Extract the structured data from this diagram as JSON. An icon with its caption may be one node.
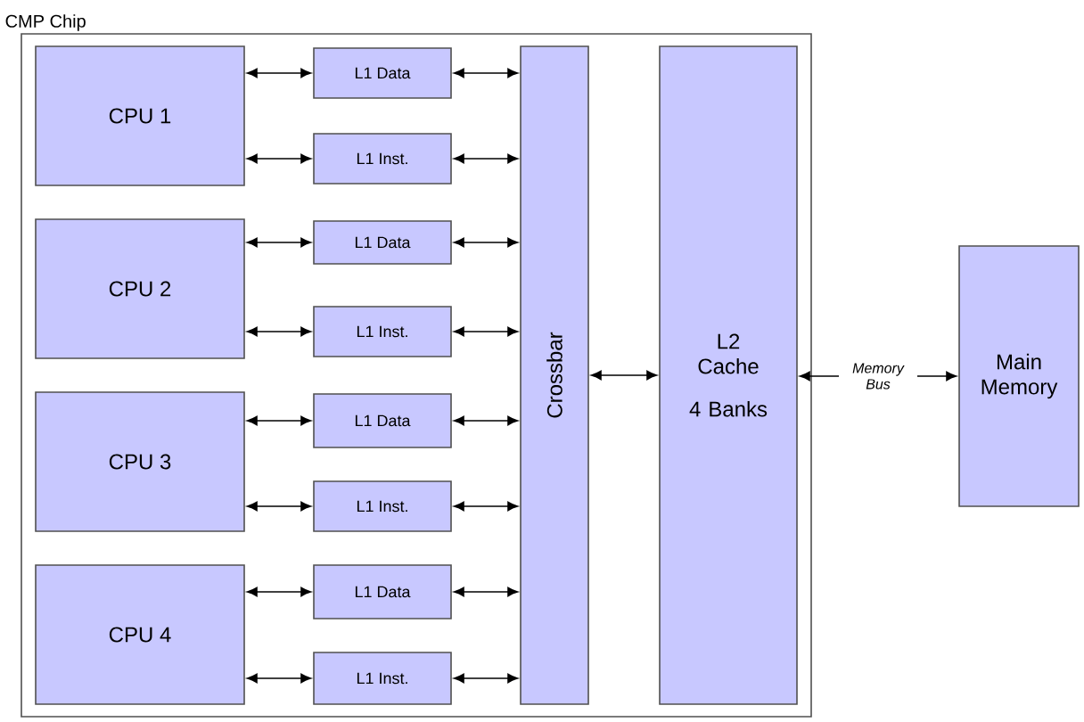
{
  "diagram": {
    "nodes": [
      {
        "text": [
          "CMP Chip"
        ]
      },
      {
        "text": [
          "CPU 1"
        ],
        "in": 0
      },
      {
        "text": [
          "L1 Data"
        ],
        "in": 0
      },
      {
        "text": [
          "L1 Inst."
        ],
        "in": 0
      },
      {
        "text": [
          "CPU 2"
        ],
        "in": 0
      },
      {
        "text": [
          "L1 Data"
        ],
        "in": 0
      },
      {
        "text": [
          "L1 Inst."
        ],
        "in": 0
      },
      {
        "text": [
          "CPU 3"
        ],
        "in": 0
      },
      {
        "text": [
          "L1 Data"
        ],
        "in": 0
      },
      {
        "text": [
          "L1 Inst."
        ],
        "in": 0
      },
      {
        "text": [
          "CPU 4"
        ],
        "in": 0
      },
      {
        "text": [
          "L1 Data"
        ],
        "in": 0
      },
      {
        "text": [
          "L1 Inst."
        ],
        "in": 0
      },
      {
        "text": [
          "Crossbar"
        ],
        "in": 0
      },
      {
        "text": [
          "L2 Cache",
          "4 Banks"
        ],
        "in": 0
      },
      {
        "text": [
          "Main Memory"
        ]
      }
    ],
    "edges": [
      {
        "from": 1,
        "to": 2,
        "arrow": "both"
      },
      {
        "from": 1,
        "to": 3,
        "arrow": "both"
      },
      {
        "from": 2,
        "to": 13,
        "arrow": "both"
      },
      {
        "from": 3,
        "to": 13,
        "arrow": "both"
      },
      {
        "from": 4,
        "to": 5,
        "arrow": "both"
      },
      {
        "from": 4,
        "to": 6,
        "arrow": "both"
      },
      {
        "from": 5,
        "to": 13,
        "arrow": "both"
      },
      {
        "from": 6,
        "to": 13,
        "arrow": "both"
      },
      {
        "from": 7,
        "to": 8,
        "arrow": "both"
      },
      {
        "from": 7,
        "to": 9,
        "arrow": "both"
      },
      {
        "from": 8,
        "to": 13,
        "arrow": "both"
      },
      {
        "from": 9,
        "to": 13,
        "arrow": "both"
      },
      {
        "from": 10,
        "to": 11,
        "arrow": "both"
      },
      {
        "from": 10,
        "to": 12,
        "arrow": "both"
      },
      {
        "from": 11,
        "to": 13,
        "arrow": "both"
      },
      {
        "from": 12,
        "to": 13,
        "arrow": "both"
      },
      {
        "from": 13,
        "to": 14,
        "arrow": "both"
      },
      {
        "from": 14,
        "to": 15,
        "label": "Memory Bus",
        "arrow": "both"
      }
    ]
  }
}
